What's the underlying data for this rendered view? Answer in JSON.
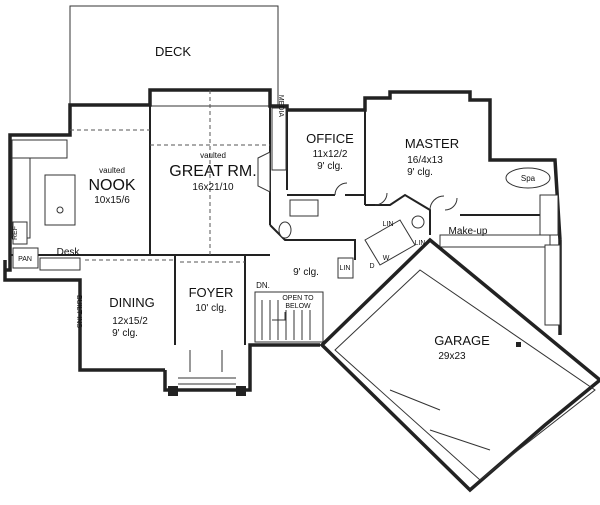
{
  "rooms": {
    "deck": {
      "name": "DECK"
    },
    "great_room": {
      "prefix": "vaulted",
      "name": "GREAT RM.",
      "size": "16x21/10"
    },
    "nook": {
      "prefix": "vaulted",
      "name": "NOOK",
      "size": "10x15/6"
    },
    "office": {
      "name": "OFFICE",
      "size": "11x12/2",
      "ceiling": "9' clg."
    },
    "master": {
      "name": "MASTER",
      "size": "16/4x13",
      "ceiling": "9' clg."
    },
    "dining": {
      "name": "DINING",
      "size": "12x15/2",
      "ceiling": "9' clg."
    },
    "foyer": {
      "name": "FOYER",
      "ceiling": "10' clg."
    },
    "garage": {
      "name": "GARAGE",
      "size": "29x23"
    },
    "hall": {
      "ceiling": "9' clg."
    }
  },
  "labels": {
    "media": "MEDIA",
    "spa": "Spa",
    "makeup": "Make-up",
    "desk": "Desk",
    "pan": "PAN",
    "ref": "REF",
    "built_ins": "BUILT-INS",
    "dn": "DN.",
    "open_to": "OPEN TO",
    "below": "BELOW",
    "lin1": "LIN",
    "lin2": "LIN",
    "lin3": "LIN",
    "d": "D",
    "w": "W"
  }
}
